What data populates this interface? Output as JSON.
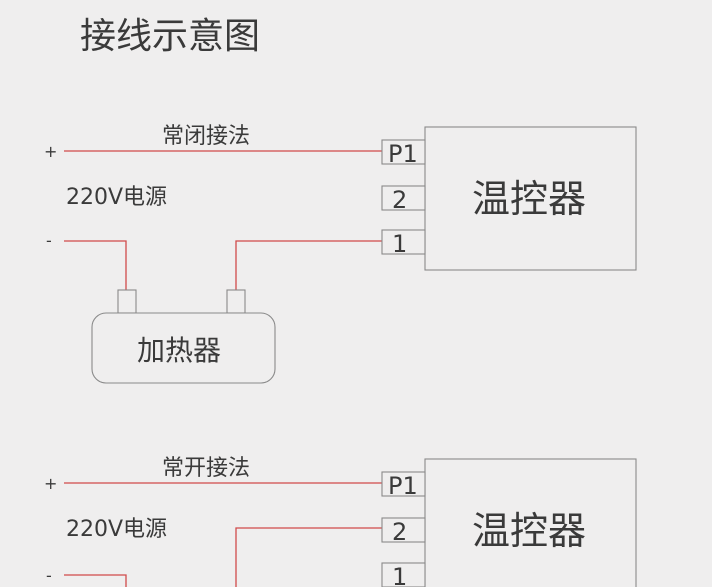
{
  "title": "接线示意图",
  "diagram1": {
    "mode_label": "常闭接法",
    "plus": "+",
    "minus": "-",
    "power_label": "220V电源",
    "controller_label": "温控器",
    "pins": [
      "P1",
      "2",
      "1"
    ],
    "heater_label": "加热器"
  },
  "diagram2": {
    "mode_label": "常开接法",
    "plus": "+",
    "minus": "-",
    "power_label": "220V电源",
    "controller_label": "温控器",
    "pins": [
      "P1",
      "2",
      "1"
    ]
  },
  "colors": {
    "wire": "#d04a4a",
    "outline": "#8a8a8a",
    "background": "#efeeee",
    "text": "#3a3a3a"
  }
}
